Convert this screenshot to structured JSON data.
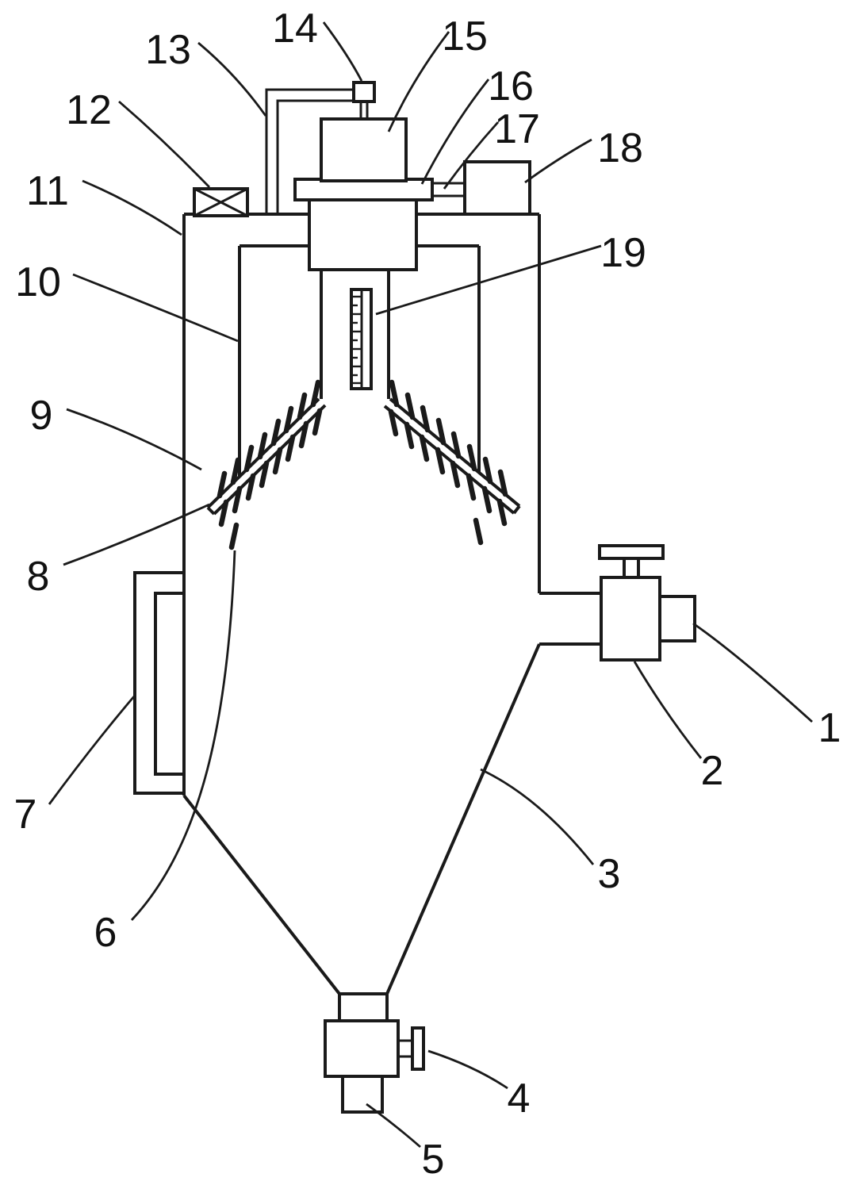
{
  "figure": {
    "type": "patent-line-drawing",
    "background_color": "#ffffff",
    "line_color": "#1a1a1a",
    "labels": [
      {
        "text": "1"
      },
      {
        "text": "2"
      },
      {
        "text": "3"
      },
      {
        "text": "4"
      },
      {
        "text": "5"
      },
      {
        "text": "6"
      },
      {
        "text": "7"
      },
      {
        "text": "8"
      },
      {
        "text": "9"
      },
      {
        "text": "10"
      },
      {
        "text": "11"
      },
      {
        "text": "12"
      },
      {
        "text": "13"
      },
      {
        "text": "14"
      },
      {
        "text": "15"
      },
      {
        "text": "16"
      },
      {
        "text": "17"
      },
      {
        "text": "18"
      },
      {
        "text": "19"
      }
    ]
  }
}
